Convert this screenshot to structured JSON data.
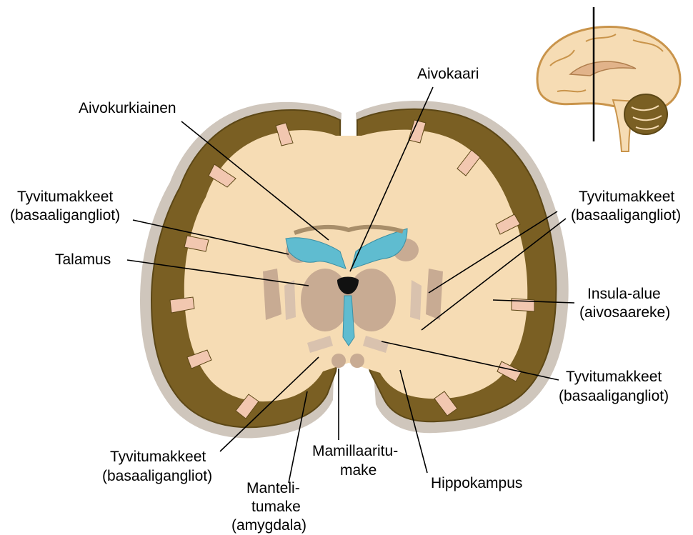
{
  "labels": {
    "aivokurkiainen": "Aivokurkiainen",
    "aivokaari": "Aivokaari",
    "tyvi_left_1": "Tyvitumakkeet",
    "tyvi_left_1_sub": "(basaaligangliot)",
    "talamus": "Talamus",
    "tyvi_right_1": "Tyvitumakkeet",
    "tyvi_right_1_sub": "(basaaligangliot)",
    "insula": "Insula-alue",
    "insula_sub": "(aivosaareke)",
    "tyvi_right_2": "Tyvitumakkeet",
    "tyvi_right_2_sub": "(basaaligangliot)",
    "tyvi_left_2": "Tyvitumakkeet",
    "tyvi_left_2_sub": "(basaaligangliot)",
    "manteli_1": "Manteli-",
    "manteli_2": "tumake",
    "manteli_3": "(amygdala)",
    "mamillaari_1": "Mamillaaritu-",
    "mamillaari_2": "make",
    "hippokampus": "Hippokampus"
  },
  "colors": {
    "white_matter": "#f6dcb4",
    "cortex": "#7a5f23",
    "cortex_edge": "#5c4716",
    "ventricles": "#5fbcd0",
    "deep_nuclei": "#c8ab93",
    "meninges": "#cfc6bc",
    "sulcus_pink": "#f2c7b0"
  }
}
